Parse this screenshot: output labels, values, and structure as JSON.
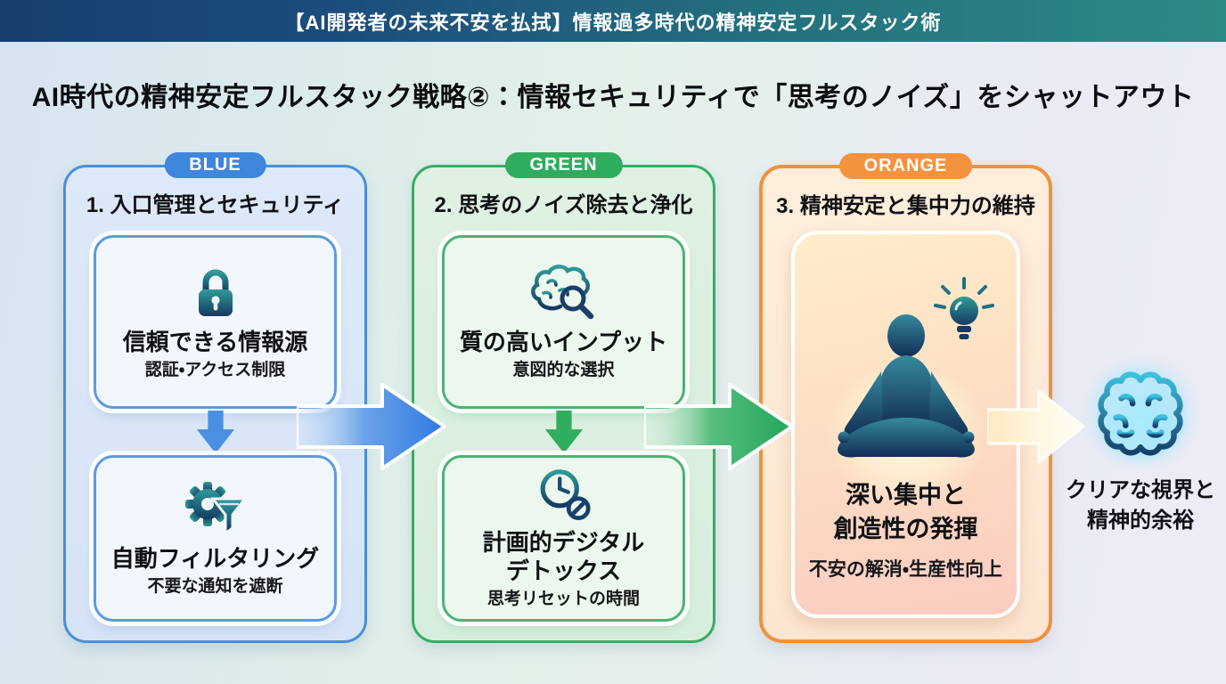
{
  "banner": {
    "text": "【AI開発者の未来不安を払拭】情報過多時代の精神安定フルスタック術"
  },
  "title": "AI時代の精神安定フルスタック戦略②：情報セキュリティで「思考のノイズ」をシャットアウト",
  "columns": [
    {
      "badge": "BLUE",
      "heading": "1. 入口管理とセキュリティ",
      "cards": [
        {
          "icon": "lock-icon",
          "title": "信頼できる情報源",
          "subtitle": "認証・アクセス制限"
        },
        {
          "icon": "gear-filter-icon",
          "title": "自動フィルタリング",
          "subtitle": "不要な通知を遮断"
        }
      ]
    },
    {
      "badge": "GREEN",
      "heading": "2. 思考のノイズ除去と浄化",
      "cards": [
        {
          "icon": "brain-magnifier-icon",
          "title": "質の高いインプット",
          "subtitle": "意図的な選択"
        },
        {
          "icon": "clock-detox-icon",
          "title": "計画的デジタル\nデトックス",
          "subtitle": "思考リセットの時間"
        }
      ]
    },
    {
      "badge": "ORANGE",
      "heading": "3. 精神安定と集中力の維持",
      "cards": [
        {
          "icon": "meditation-lightbulb-icon",
          "title": "深い集中と\n創造性の発揮",
          "subtitle": "不安の解消・生産性向上"
        }
      ]
    }
  ],
  "outcome": {
    "icon": "brain-icon",
    "text": "クリアな視界と\n精神的余裕"
  },
  "colors": {
    "blue": "#3f86dd",
    "green": "#2fad5f",
    "orange": "#f5923e",
    "banner_left": "#173f6e",
    "banner_right": "#2e8a85",
    "icon_teal": "#2f9a98",
    "icon_navy": "#143a62",
    "brain_cyan": "#3ec1e0"
  }
}
